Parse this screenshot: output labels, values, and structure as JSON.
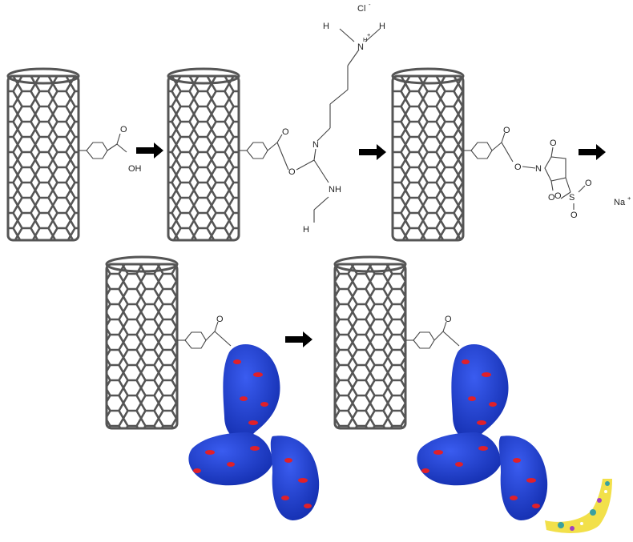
{
  "labels": {
    "chloride": "Cl",
    "chloride_charge": "-",
    "dimethylammonium_h3c": "H",
    "dimethylammonium_ch3": "H",
    "nh_plus": "H",
    "oh": "OH",
    "o": "O",
    "n": "N",
    "nh": "NH",
    "s": "S",
    "sodium": "Na",
    "plus": "+"
  },
  "colors": {
    "nanotube": "#555555",
    "antibody_body": "#1f3fd1",
    "antibody_accent": "#e0202a",
    "small_molecule_mix": [
      "#f2e04a",
      "#3aa0a0",
      "#a040c0",
      "#ffffff"
    ]
  },
  "icons": {
    "nanotube": "carbon-nanotube-icon",
    "antibody": "antibody-protein-icon",
    "arrow": "reaction-arrow-icon"
  }
}
